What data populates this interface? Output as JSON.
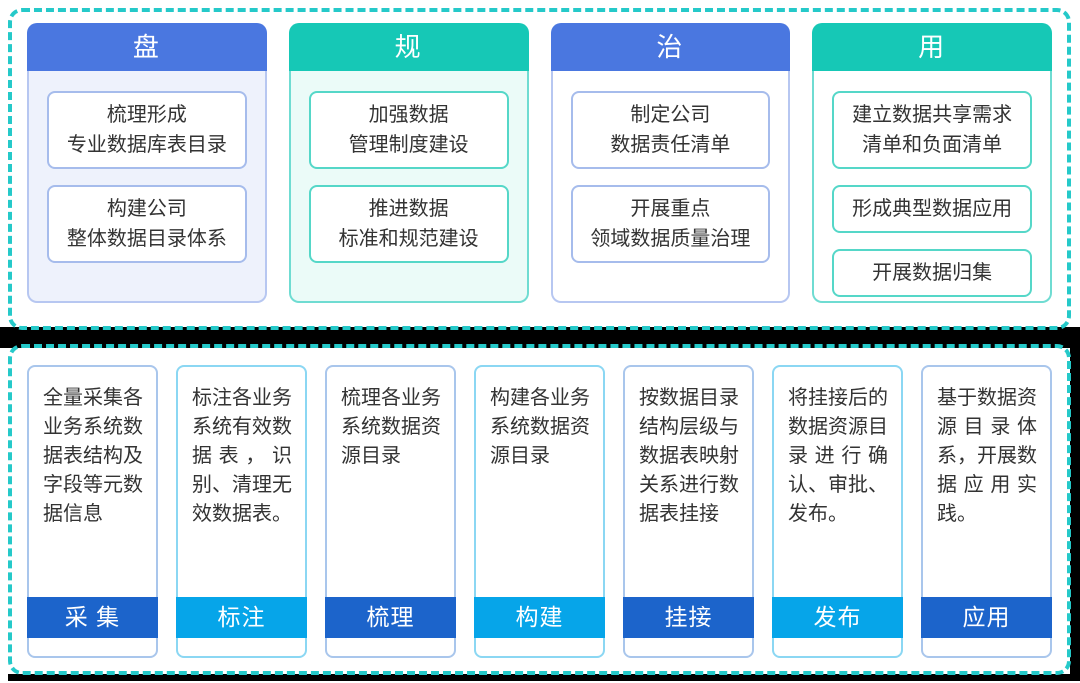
{
  "colors": {
    "dashed_border_teal": "#25C9C9",
    "divider_black": "#000000",
    "header_blue": "#4A77E0",
    "header_teal": "#16C8B6",
    "card_bg_lavender": "#EEF2FC",
    "card_bg_mint": "#EBFBF8",
    "step_label_dark_blue": "#1C64CB",
    "step_label_bright_blue": "#06A5E9"
  },
  "top_section": {
    "columns": [
      {
        "header": "盘",
        "boxes": [
          "梳理形成\n专业数据库表目录",
          "构建公司\n整体数据目录体系"
        ]
      },
      {
        "header": "规",
        "boxes": [
          "加强数据\n管理制度建设",
          "推进数据\n标准和规范建设"
        ]
      },
      {
        "header": "治",
        "boxes": [
          "制定公司\n数据责任清单",
          "开展重点\n领域数据质量治理"
        ]
      },
      {
        "header": "用",
        "boxes": [
          "建立数据共享需求\n清单和负面清单",
          "形成典型数据应用",
          "开展数据归集"
        ]
      }
    ]
  },
  "bottom_section": {
    "steps": [
      {
        "description": "全量采集各业务系统数据表结构及字段等元数据信息",
        "label": "采 集"
      },
      {
        "description": "标注各业务系统有效数据表，识别、清理无效数据表。",
        "label": "标注"
      },
      {
        "description": "梳理各业务系统数据资源目录",
        "label": "梳理"
      },
      {
        "description": "构建各业务系统数据资源目录",
        "label": "构建"
      },
      {
        "description": "按数据目录结构层级与数据表映射关系进行数据表挂接",
        "label": "挂接"
      },
      {
        "description": "将挂接后的数据资源目录进行确认、审批、发布。",
        "label": "发布"
      },
      {
        "description": "基于数据资源目录体系，开展数据应用实践。",
        "label": "应用"
      }
    ]
  }
}
